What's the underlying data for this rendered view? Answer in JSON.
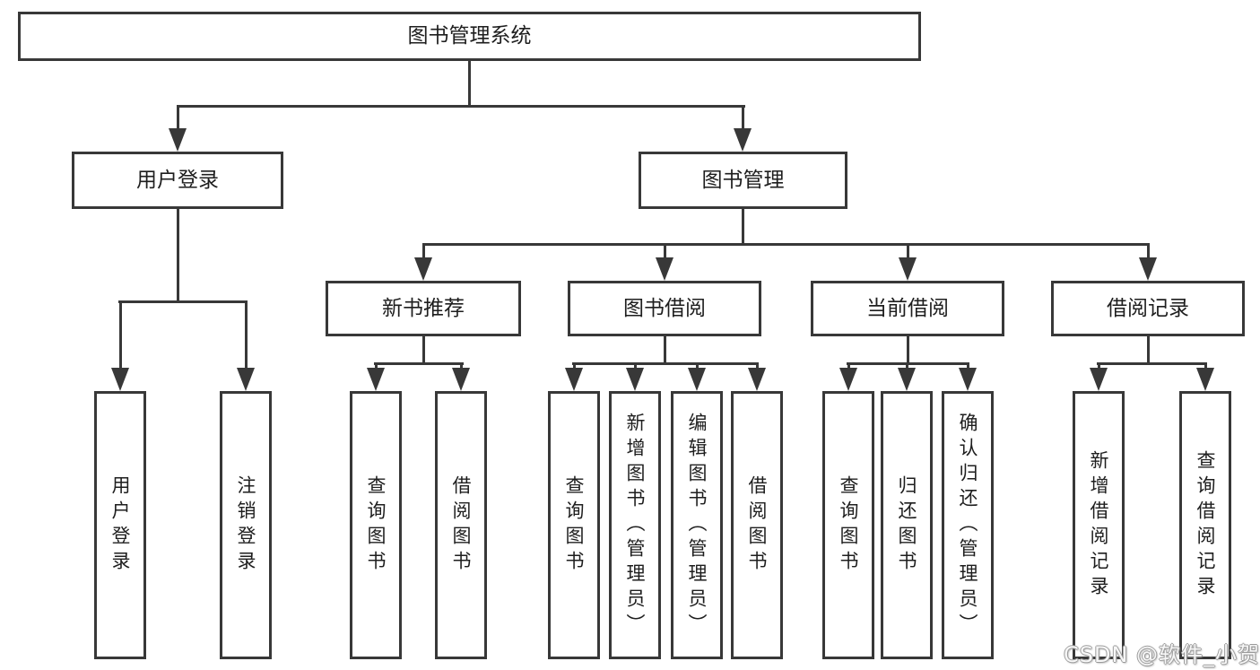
{
  "diagram": {
    "root": {
      "label": "图书管理系统"
    },
    "branches": [
      {
        "label": "用户登录",
        "leaves": [
          {
            "label": "用户登录"
          },
          {
            "label": "注销登录"
          }
        ]
      },
      {
        "label": "图书管理",
        "groups": [
          {
            "label": "新书推荐",
            "leaves": [
              {
                "label": "查询图书"
              },
              {
                "label": "借阅图书"
              }
            ]
          },
          {
            "label": "图书借阅",
            "leaves": [
              {
                "label": "查询图书"
              },
              {
                "label": "新增图书（管理员）"
              },
              {
                "label": "编辑图书（管理员）"
              },
              {
                "label": "借阅图书"
              }
            ]
          },
          {
            "label": "当前借阅",
            "leaves": [
              {
                "label": "查询图书"
              },
              {
                "label": "归还图书"
              },
              {
                "label": "确认归还（管理员）"
              }
            ]
          },
          {
            "label": "借阅记录",
            "leaves": [
              {
                "label": "新增借阅记录"
              },
              {
                "label": "查询借阅记录"
              }
            ]
          }
        ]
      }
    ]
  },
  "watermark": {
    "text": "CSDN @软件_小贺同学"
  },
  "colors": {
    "line": "#383838",
    "background": "#ffffff",
    "watermark_outline": "#9a9a9a"
  }
}
